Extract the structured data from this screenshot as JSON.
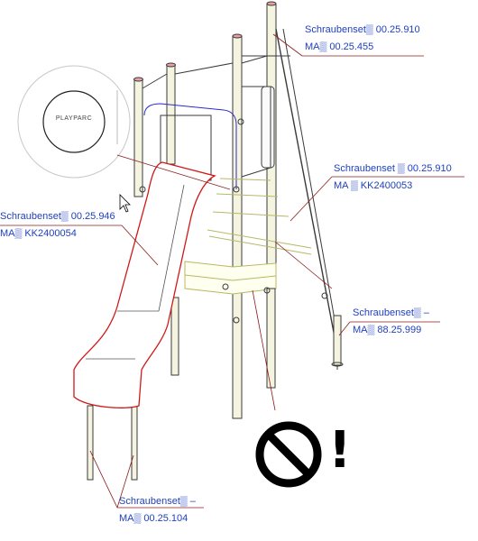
{
  "logo": {
    "text": "PLAYPARC"
  },
  "callouts": [
    {
      "id": "c1",
      "line1": "Schraubenset▒   00.25.910",
      "line2": "MA▒   00.25.455"
    },
    {
      "id": "c2",
      "line1": "Schraubenset ▒   00.25.910",
      "line2": "MA ▒   KK2400053"
    },
    {
      "id": "c3",
      "line1": "Schraubenset▒   00.25.946",
      "line2": "MA▒   KK2400054"
    },
    {
      "id": "c4",
      "line1": "Schraubenset▒   –",
      "line2": "MA▒   88.25.999"
    },
    {
      "id": "c5",
      "line1": "Schraubenset▒   –",
      "line2": "MA▒   00.25.104"
    }
  ],
  "warning": {
    "icon": "no-entry-icon",
    "mark": "!"
  },
  "colors": {
    "label_text": "#1f3fbf",
    "leader": "#8b1a1a",
    "structure": "#3a3a3a",
    "slide": "#d01818",
    "post_fill": "#f4f4e0",
    "cap": "#e8a0a0"
  }
}
